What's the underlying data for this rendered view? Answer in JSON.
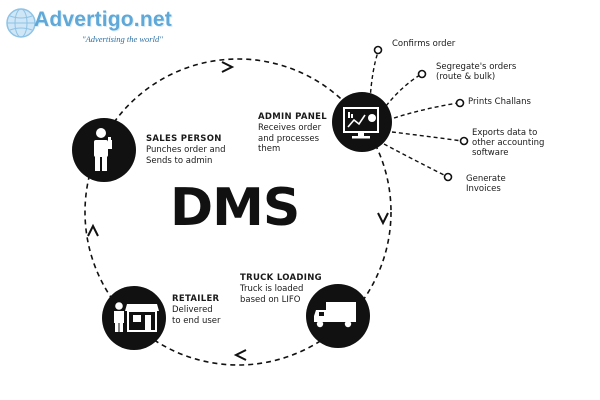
{
  "watermark": {
    "brand": "Advertigo.net",
    "tagline": "\"Advertising  the world\""
  },
  "title": "DMS",
  "nodes": {
    "sales_person": {
      "title": "SALES PERSON",
      "description_line1": "Punches order and",
      "description_line2": "Sends to admin",
      "icon": "sales-person-icon"
    },
    "admin_panel": {
      "title": "ADMIN PANEL",
      "description_line1": "Receives order",
      "description_line2": "and processes",
      "description_line3": "them",
      "icon": "dashboard-monitor-icon"
    },
    "truck_loading": {
      "title": "TRUCK LOADING",
      "description_line1": "Truck is loaded",
      "description_line2": "based on LIFO",
      "icon": "truck-icon"
    },
    "retailer": {
      "title": "RETAILER",
      "description_line1": "Delivered",
      "description_line2": "to end user",
      "icon": "retailer-shop-icon"
    }
  },
  "admin_outputs": [
    {
      "line1": "Confirms order",
      "line2": ""
    },
    {
      "line1": "Segregate's orders",
      "line2": "(route & bulk)"
    },
    {
      "line1": "Prints Challans",
      "line2": ""
    },
    {
      "line1": "Exports data to",
      "line2": "other accounting",
      "line3": "software"
    },
    {
      "line1": "Generate",
      "line2": "Invoices"
    }
  ],
  "colors": {
    "node_fill": "#111111",
    "line": "#111111",
    "watermark_blue": "#5fa8d8"
  }
}
